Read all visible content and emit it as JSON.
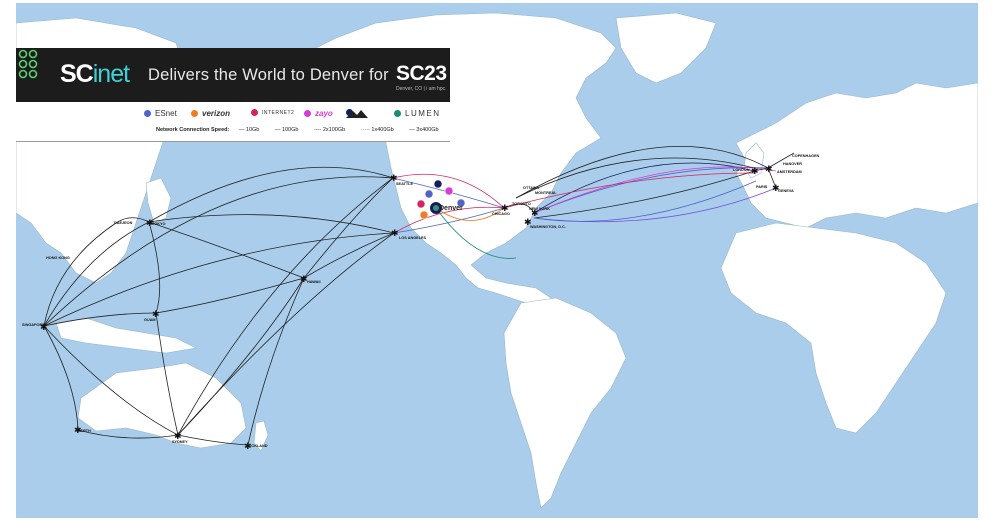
{
  "header": {
    "brand": "SC",
    "brand_suffix": "inet",
    "tagline": "Delivers the World to Denver for",
    "event": "SC23",
    "event_sub": "Denver, CO | i am hpc."
  },
  "legend": {
    "providers": [
      {
        "label": "ESnet",
        "color": "#4f63c9"
      },
      {
        "label": "verizon",
        "color": "#ee7d24"
      },
      {
        "label": "INTERNET2",
        "color": "#d6235f"
      },
      {
        "label": "zayo",
        "color": "#d83ad5"
      },
      {
        "label": "",
        "color": "#111d5e"
      },
      {
        "label": "LUMEN",
        "color": "#1c8c77"
      }
    ],
    "speed_title": "Network Connection Speed:",
    "speeds": [
      "10Gb",
      "100Gb",
      "2x100Gb",
      "1x400Gb",
      "3x400Gb"
    ]
  },
  "cities": [
    {
      "name": "SEATTLE"
    },
    {
      "name": "LOS ANGELES"
    },
    {
      "name": "CHICAGO"
    },
    {
      "name": "OTTAWA"
    },
    {
      "name": "MONTREAL"
    },
    {
      "name": "TORONTO"
    },
    {
      "name": "NEW YORK"
    },
    {
      "name": "WASHINGTON, D.C."
    },
    {
      "name": "LONDON"
    },
    {
      "name": "AMSTERDAM"
    },
    {
      "name": "GENEVA"
    },
    {
      "name": "PARIS"
    },
    {
      "name": "HANOVER"
    },
    {
      "name": "COPENHAGEN"
    },
    {
      "name": "TOKYO"
    },
    {
      "name": "SINGAPORE"
    },
    {
      "name": "GUAM"
    },
    {
      "name": "HAWAII"
    },
    {
      "name": "SYDNEY"
    },
    {
      "name": "AUCKLAND"
    },
    {
      "name": "PERTH"
    },
    {
      "name": "HONG KONG"
    },
    {
      "name": "DAEJEON"
    }
  ],
  "denver_label": "Denver",
  "colors": {
    "ocean": "#a9cdea",
    "land": "#ffffff",
    "border": "#9bb6c9"
  }
}
